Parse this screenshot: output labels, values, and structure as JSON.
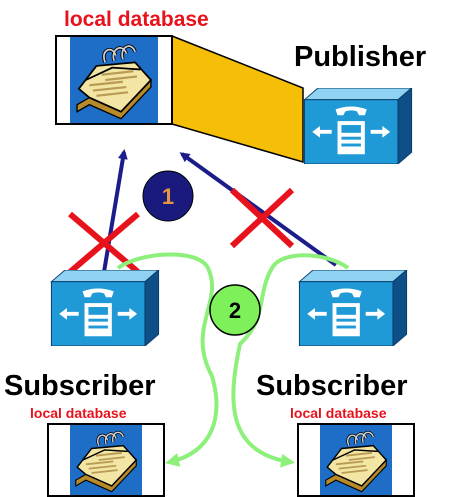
{
  "top_database": {
    "label": "local database"
  },
  "publisher": {
    "label": "Publisher"
  },
  "subscribers": [
    {
      "label": "Subscriber",
      "db_label": "local database"
    },
    {
      "label": "Subscriber",
      "db_label": "local database"
    }
  ],
  "steps": [
    {
      "number": "1"
    },
    {
      "number": "2"
    }
  ],
  "icons": {
    "database": "address-book-icon",
    "device": "ip-phone-server-icon",
    "blocked": "red-x-icon"
  },
  "colors": {
    "label_red": "#e8121c",
    "navy_line": "#1c1c8a",
    "green_line": "#8cf07a",
    "device_blue": "#1f9ad6",
    "panel_blue": "#1e6ec8",
    "callout_yellow": "#f5bf08",
    "step1_fill": "#1a1a7e",
    "step2_fill": "#7ef05a"
  }
}
